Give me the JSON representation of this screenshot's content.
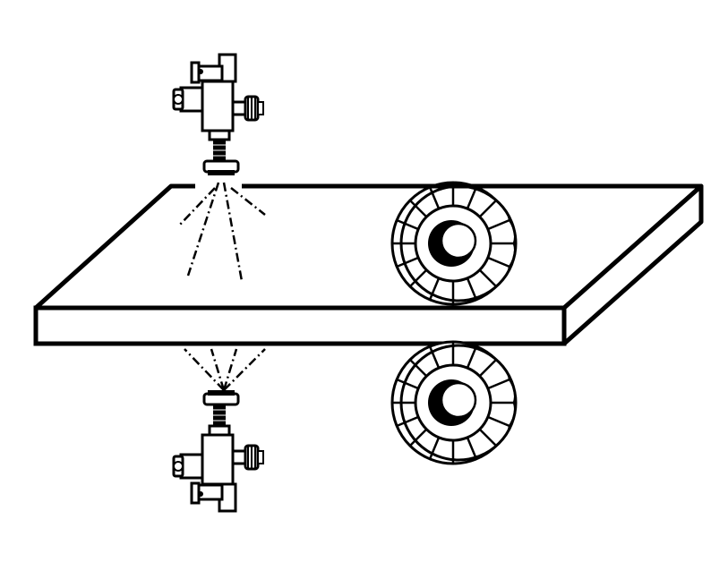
{
  "diagram": {
    "style": "black line-art, no text labels",
    "line_color": "#000000",
    "fill_color": "#ffffff",
    "components": [
      {
        "id": "plate",
        "kind": "flat plate (3D slab)"
      },
      {
        "id": "nozzle-top",
        "kind": "spray nozzle assembly above plate, spraying downward"
      },
      {
        "id": "nozzle-bottom",
        "kind": "spray nozzle assembly below plate, spraying upward"
      },
      {
        "id": "brush-roller-top",
        "kind": "radial brush roller on top surface"
      },
      {
        "id": "brush-roller-bottom",
        "kind": "radial brush roller under plate"
      }
    ]
  }
}
